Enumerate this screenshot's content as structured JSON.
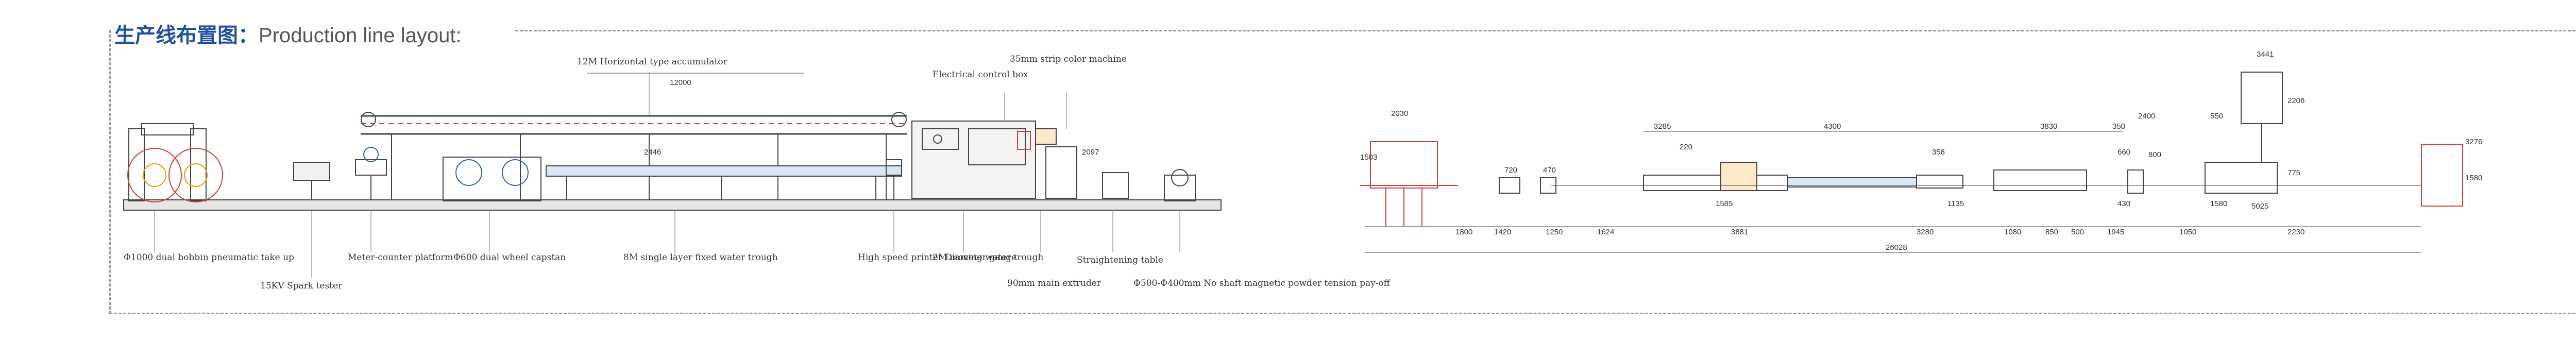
{
  "header": {
    "title_cn": "生产线布置图：",
    "title_en": "Production line layout:"
  },
  "elevation_labels": {
    "payoff": "Φ1000 dual bobbin pneumatic take up",
    "spark": "15KV Spark tester",
    "meter": "Meter-counter platform",
    "dual_reel": "Φ600 dual wheel capstan",
    "trough8": "8M single layer fixed water trough",
    "accumulator": "12M Horizontal type accumulator",
    "accum_len": "12000",
    "accum_height": "2446",
    "printer": "High speed printer Diameter gauge",
    "trough2": "2M moving water trough",
    "control_box": "Electrical control box",
    "splicer": "35mm strip color machine",
    "extruder": "90mm main extruder",
    "extruder_h": "2097",
    "straighten": "Straightening table",
    "takeup": "Φ500-Φ400mm No shaft magnetic powder tension pay-off"
  },
  "plan_dims": {
    "top": [
      "2030",
      "3285",
      "4300",
      "3830",
      "350",
      "2400",
      "550",
      "3441",
      "220",
      "358"
    ],
    "bottom": [
      "1800",
      "1420",
      "1250",
      "1624",
      "3881",
      "3280",
      "1080",
      "850",
      "500",
      "1945",
      "1050",
      "2230"
    ],
    "total": "26028",
    "left_h": "1503",
    "right_h": [
      "3276",
      "1580",
      "2206",
      "775",
      "5025"
    ],
    "misc": [
      "720",
      "470",
      "1585",
      "1135",
      "430",
      "660",
      "1580",
      "800"
    ]
  }
}
